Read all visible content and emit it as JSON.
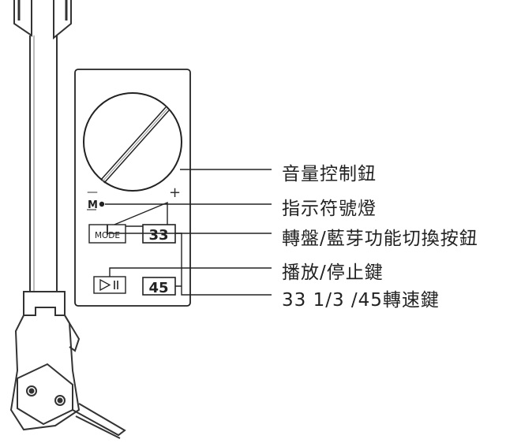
{
  "panel": {
    "minus_symbol": "—",
    "plus_symbol": "+",
    "indicator_letter": "M",
    "mode_button_label": "MODE",
    "play_pause_symbol": "▷II",
    "speed_33_label": "33",
    "speed_45_label": "45"
  },
  "callouts": [
    {
      "label": "音量控制鈕"
    },
    {
      "label": "指示符號燈"
    },
    {
      "label": "轉盤/藍芽功能切換按鈕"
    },
    {
      "label": "播放/停止鍵"
    },
    {
      "label": "33 1/3 /45轉速鍵"
    }
  ],
  "icons": [
    "tonearm-illustration",
    "volume-knob-icon",
    "indicator-led-icon",
    "volume-ramp-icon",
    "play-pause-icon"
  ]
}
